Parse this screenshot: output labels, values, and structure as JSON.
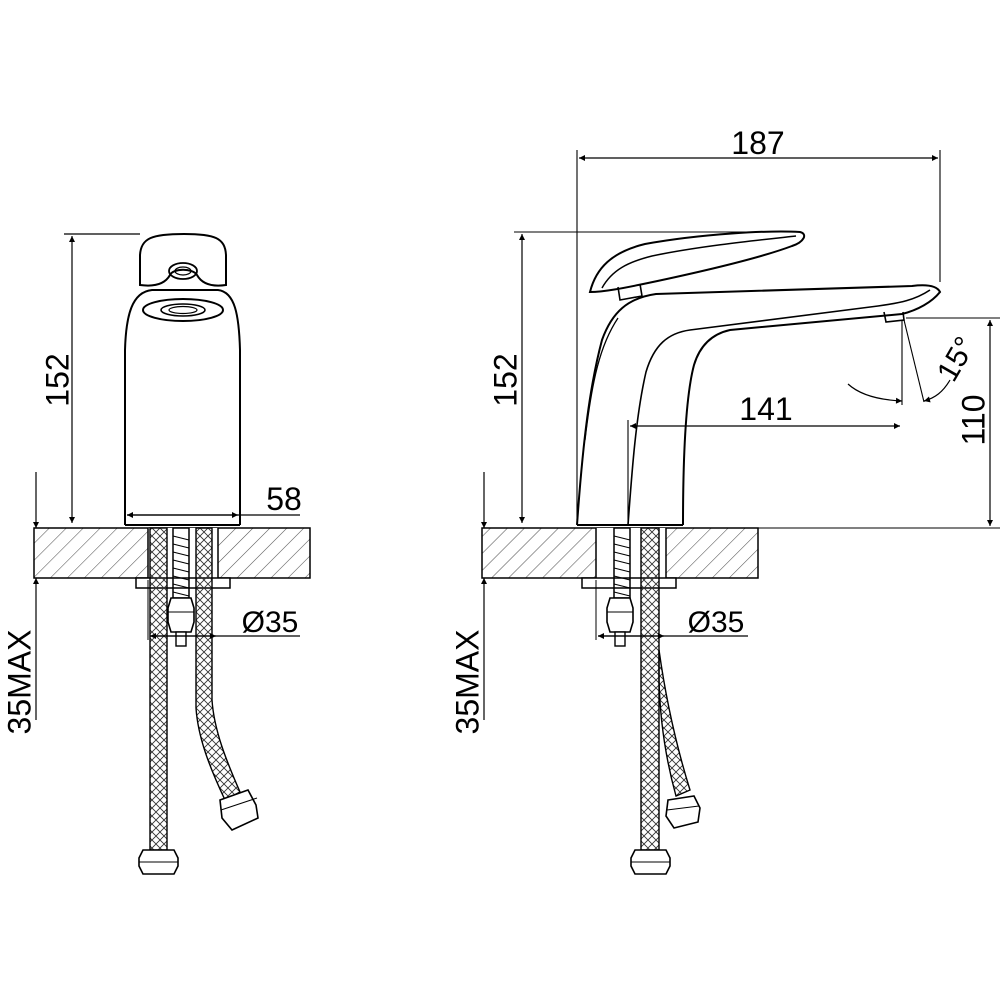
{
  "front_view": {
    "height_label": "152",
    "width_label": "58",
    "hole_label": "Ø35",
    "deck_label": "35MAX"
  },
  "side_view": {
    "length_label": "187",
    "height_label": "152",
    "reach_label": "141",
    "spout_height_label": "110",
    "angle_label": "15°",
    "hole_label": "Ø35",
    "deck_label": "35MAX"
  }
}
